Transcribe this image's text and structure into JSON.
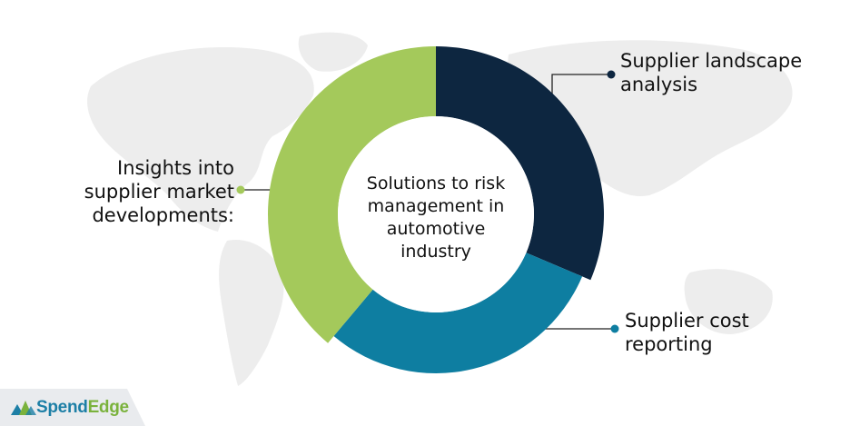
{
  "center": {
    "lines": [
      "Solutions to risk",
      "management in",
      "automotive",
      "industry"
    ]
  },
  "segments": [
    {
      "id": "supplier-landscape-analysis",
      "lines": [
        "Supplier landscape",
        "analysis"
      ],
      "color": "#0d2640",
      "dot_color": "#0d2640"
    },
    {
      "id": "supplier-cost-reporting",
      "lines": [
        "Supplier cost",
        "reporting"
      ],
      "color": "#0e7ea1",
      "dot_color": "#0e7ea1"
    },
    {
      "id": "insights-supplier-market",
      "lines": [
        "Insights into",
        "supplier market",
        "developments:"
      ],
      "color": "#a4c95b",
      "dot_color": "#a4c95b"
    }
  ],
  "logo": {
    "part1": "Spend",
    "part2": "Edge",
    "color_main": "#1d7fa6",
    "color_accent": "#7ab23c"
  },
  "colors": {
    "map": "#ededed",
    "logo_band": "#e9ebee"
  }
}
